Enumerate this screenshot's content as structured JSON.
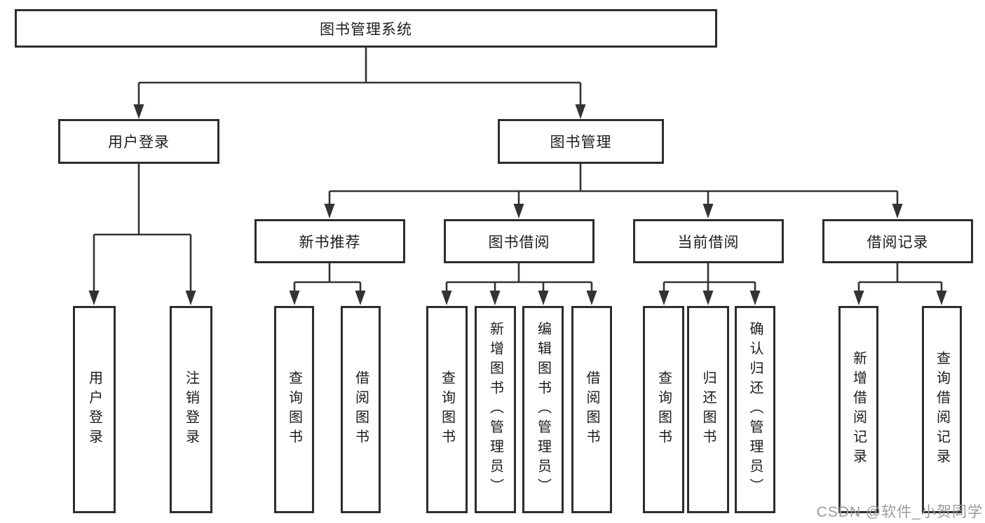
{
  "diagram": {
    "root": {
      "label": "图书管理系统"
    },
    "user_login": {
      "label": "用户登录",
      "children": [
        {
          "label": "用户登录"
        },
        {
          "label": "注销登录"
        }
      ]
    },
    "book_management": {
      "label": "图书管理",
      "groups": [
        {
          "label": "新书推荐",
          "children": [
            {
              "label": "查询图书"
            },
            {
              "label": "借阅图书"
            }
          ]
        },
        {
          "label": "图书借阅",
          "children": [
            {
              "label": "查询图书"
            },
            {
              "label": "新增图书（管理员）"
            },
            {
              "label": "编辑图书（管理员）"
            },
            {
              "label": "借阅图书"
            }
          ]
        },
        {
          "label": "当前借阅",
          "children": [
            {
              "label": "查询图书"
            },
            {
              "label": "归还图书"
            },
            {
              "label": "确认归还（管理员）"
            }
          ]
        },
        {
          "label": "借阅记录",
          "children": [
            {
              "label": "新增借阅记录"
            },
            {
              "label": "查询借阅记录"
            }
          ]
        }
      ]
    }
  },
  "watermark": {
    "text": "CSDN @软件_小贺同学"
  },
  "colors": {
    "line": "#333333",
    "box_border": "#2d2d2d",
    "text": "#1c1c1c",
    "watermark": "#9b9b9b",
    "background": "#ffffff"
  }
}
